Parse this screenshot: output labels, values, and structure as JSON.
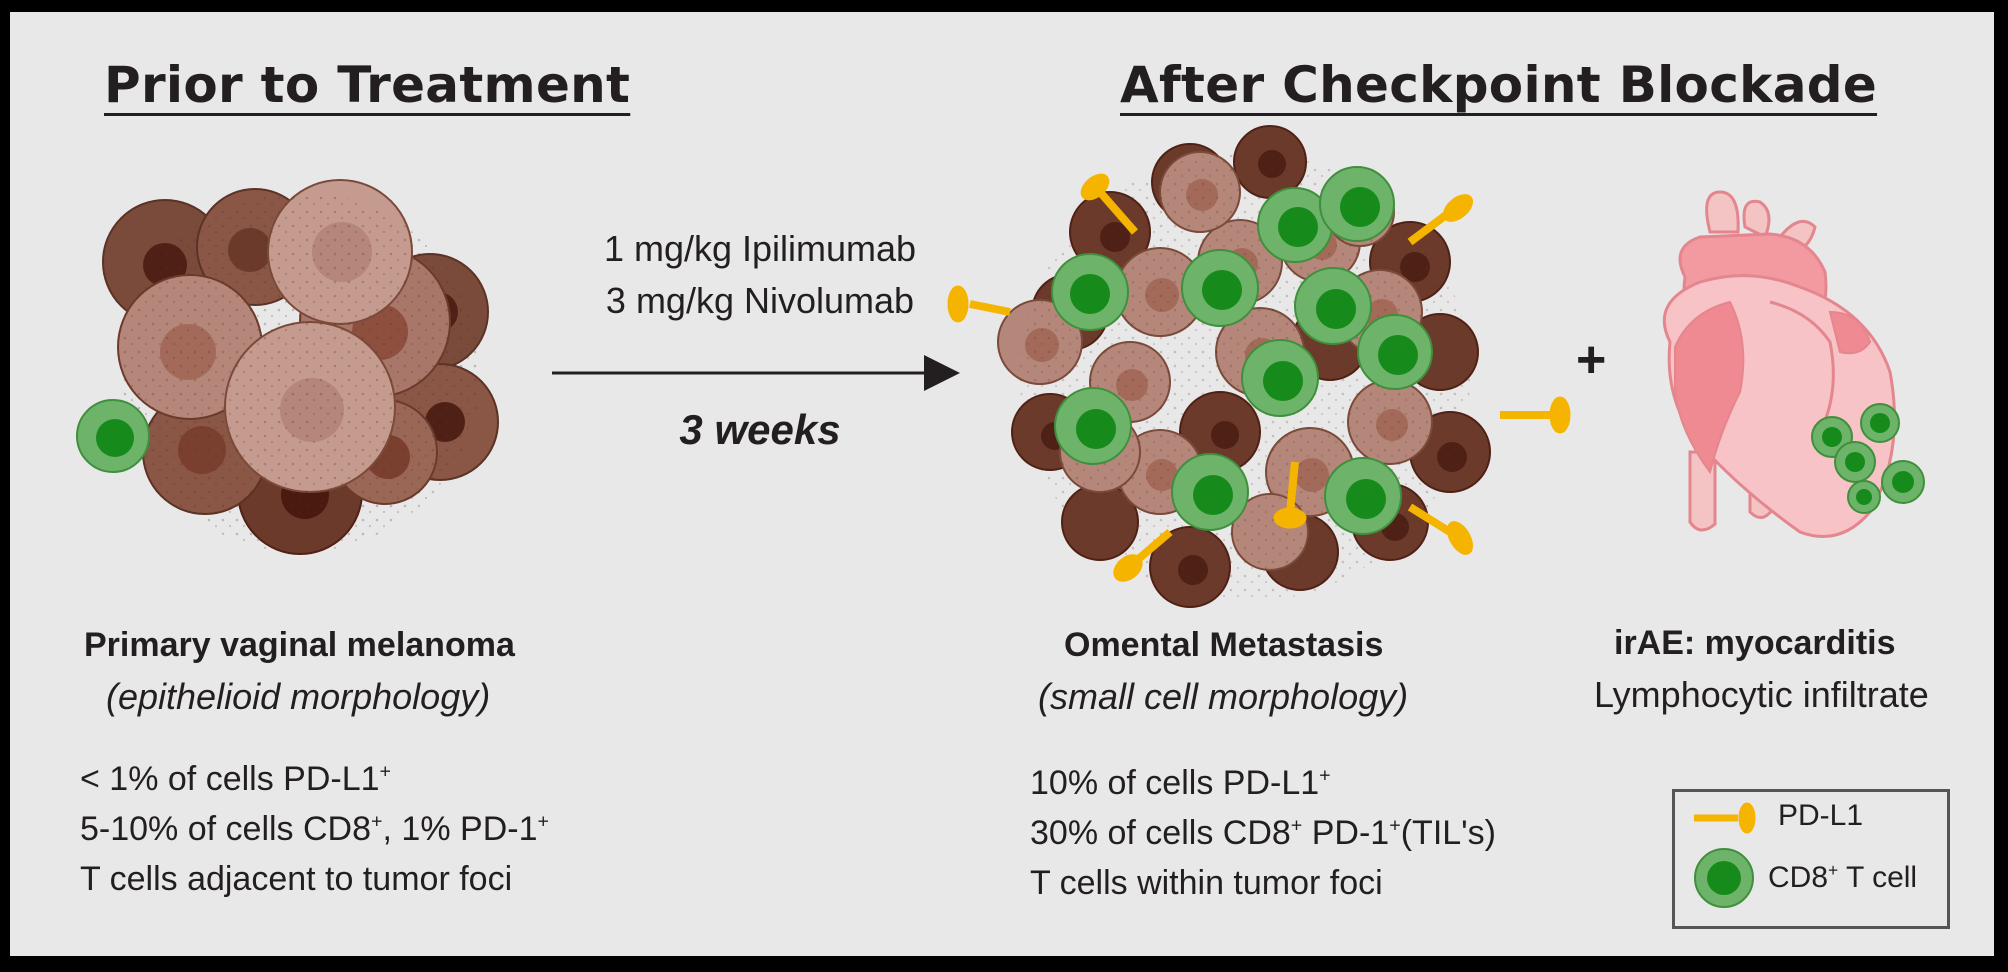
{
  "left_title": "Prior to Treatment",
  "right_title": "After Checkpoint Blockade",
  "treatment": {
    "line1": "1 mg/kg Ipilimumab",
    "line2": "3 mg/kg Nivolumab",
    "duration": "3 weeks"
  },
  "left_panel": {
    "heading": "Primary vaginal melanoma",
    "subheading": "(epithelioid morphology)",
    "stat1_text": "< 1% of cells PD-L1",
    "stat1_sup": "+",
    "stat2_part1": "5-10% of cells CD8",
    "stat2_sup1": "+",
    "stat2_part2": ", 1% PD-1",
    "stat2_sup2": "+",
    "stat3": "T cells adjacent to tumor foci"
  },
  "middle_panel": {
    "heading": "Omental Metastasis",
    "subheading": "(small cell morphology)",
    "stat1_text": "10% of cells PD-L1",
    "stat1_sup": "+",
    "stat2_part1": "30% of cells CD8",
    "stat2_sup1": "+",
    "stat2_part2": " PD-1",
    "stat2_sup2": "+",
    "stat2_part3": "(TIL's)",
    "stat3": "T cells within tumor foci"
  },
  "right_panel": {
    "heading": "irAE:  myocarditis",
    "subheading": "Lymphocytic infiltrate",
    "plus": "+"
  },
  "legend": {
    "pdl1_label": "PD-L1",
    "tcell_label_pre": "CD8",
    "tcell_sup": "+",
    "tcell_label_post": " T cell"
  },
  "colors": {
    "background": "#e8e8e8",
    "pdl1": "#f5b400",
    "tcell_outer": "#6db36a",
    "tcell_inner": "#178a1c",
    "tumor_light": "#b5877a",
    "tumor_dark": "#6b3a2a",
    "heart": "#f5b3b5"
  }
}
